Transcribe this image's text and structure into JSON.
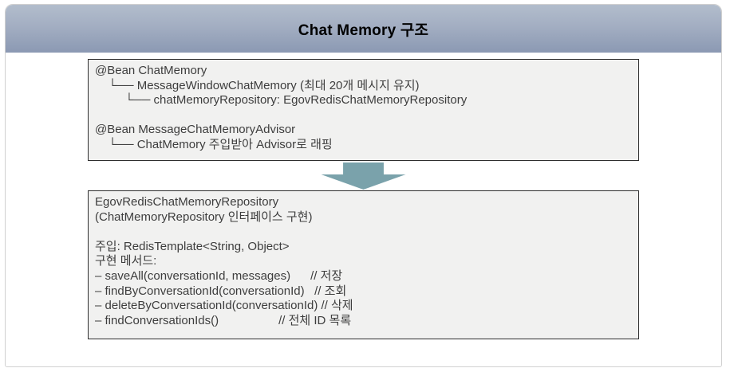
{
  "header": {
    "title": "Chat Memory 구조"
  },
  "diagram": {
    "bean_box": {
      "lines": [
        "@Bean ChatMemory",
        "    └── MessageWindowChatMemory (최대 20개 메시지 유지)",
        "         └── chatMemoryRepository: EgovRedisChatMemoryRepository",
        "",
        "@Bean MessageChatMemoryAdvisor",
        "    └── ChatMemory 주입받아 Advisor로 래핑"
      ]
    },
    "arrow": {
      "direction": "down",
      "color": "#7aa2ab"
    },
    "repository_box": {
      "lines": [
        "EgovRedisChatMemoryRepository",
        "(ChatMemoryRepository 인터페이스 구현)",
        "",
        "주입: RedisTemplate<String, Object>",
        "구현 메서드:",
        "– saveAll(conversationId, messages)      // 저장",
        "– findByConversationId(conversationId)   // 조회",
        "– deleteByConversationId(conversationId) // 삭제",
        "– findConversationIds()                  // 전체 ID 목록"
      ]
    }
  },
  "colors": {
    "header_gradient_top": "#b2bdcc",
    "header_gradient_bottom": "#8b99b3",
    "box_background": "#f1f1f0",
    "box_border": "#2e2e2e",
    "box_text": "#3d3d3d",
    "arrow": "#7aa2ab",
    "panel_border": "#d0d0d0"
  }
}
